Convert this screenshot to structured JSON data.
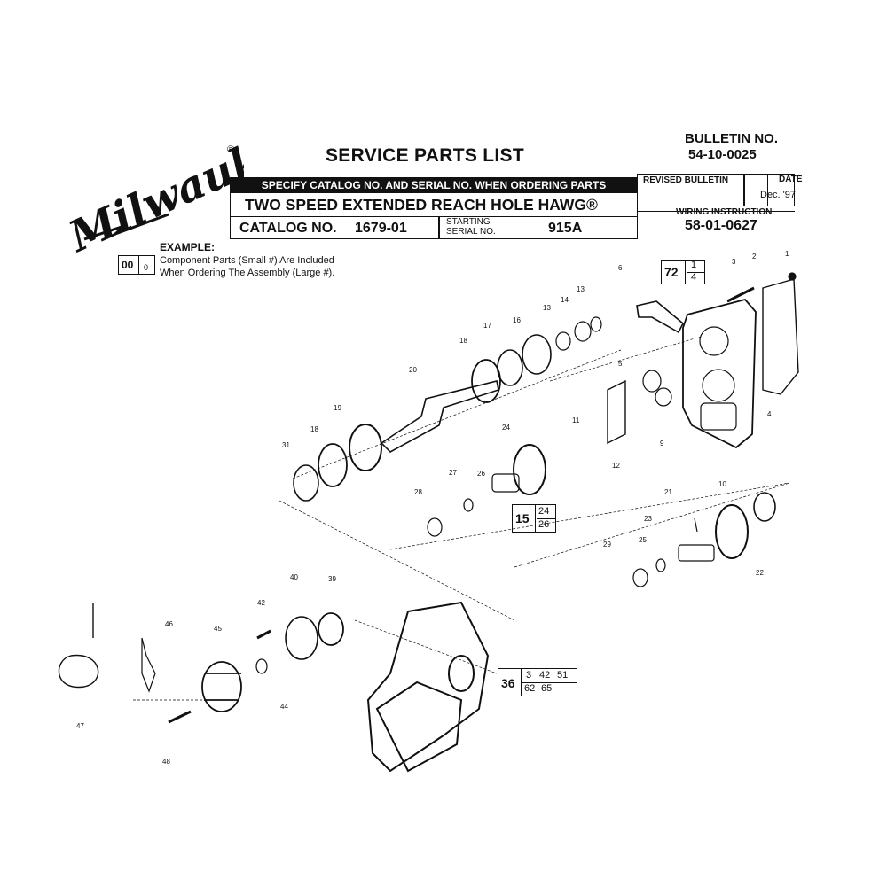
{
  "brand": {
    "logo_text": "Milwaukee",
    "registered": "®"
  },
  "header": {
    "title": "SERVICE PARTS LIST",
    "bulletin_label": "BULLETIN NO.",
    "bulletin_number": "54-10-0025",
    "instruction_banner": "SPECIFY CATALOG NO. AND SERIAL NO. WHEN ORDERING PARTS",
    "product_name": "TWO SPEED EXTENDED REACH HOLE HAWG®",
    "catalog_label": "CATALOG NO.",
    "catalog_number": "1679-01",
    "starting_serial_label_1": "STARTING",
    "starting_serial_label_2": "SERIAL NO.",
    "serial_number": "915A",
    "revised_bulletin_label": "REVISED BULLETIN",
    "date_label": "DATE",
    "date_value": "Dec. '97",
    "wiring_label": "WIRING INSTRUCTION",
    "wiring_number": "58-01-0627"
  },
  "example": {
    "label": "EXAMPLE:",
    "big": "00",
    "small": "0",
    "line1": "Component Parts (Small #) Are Included",
    "line2": "When Ordering The Assembly (Large #)."
  },
  "part_numbers": [
    "1",
    "2",
    "3",
    "4",
    "5",
    "6",
    "9",
    "10",
    "11",
    "12",
    "13",
    "13",
    "14",
    "16",
    "17",
    "18",
    "18",
    "19",
    "20",
    "21",
    "22",
    "23",
    "24",
    "25",
    "26",
    "27",
    "28",
    "29",
    "31",
    "39",
    "40",
    "42",
    "44",
    "45",
    "46",
    "47",
    "48"
  ],
  "assemblies": [
    {
      "big": "72",
      "small": [
        "1",
        "4"
      ]
    },
    {
      "big": "15",
      "small": [
        "24",
        "26"
      ]
    },
    {
      "big": "36",
      "small": [
        "3",
        "42",
        "51",
        "62",
        "65",
        ""
      ]
    }
  ]
}
